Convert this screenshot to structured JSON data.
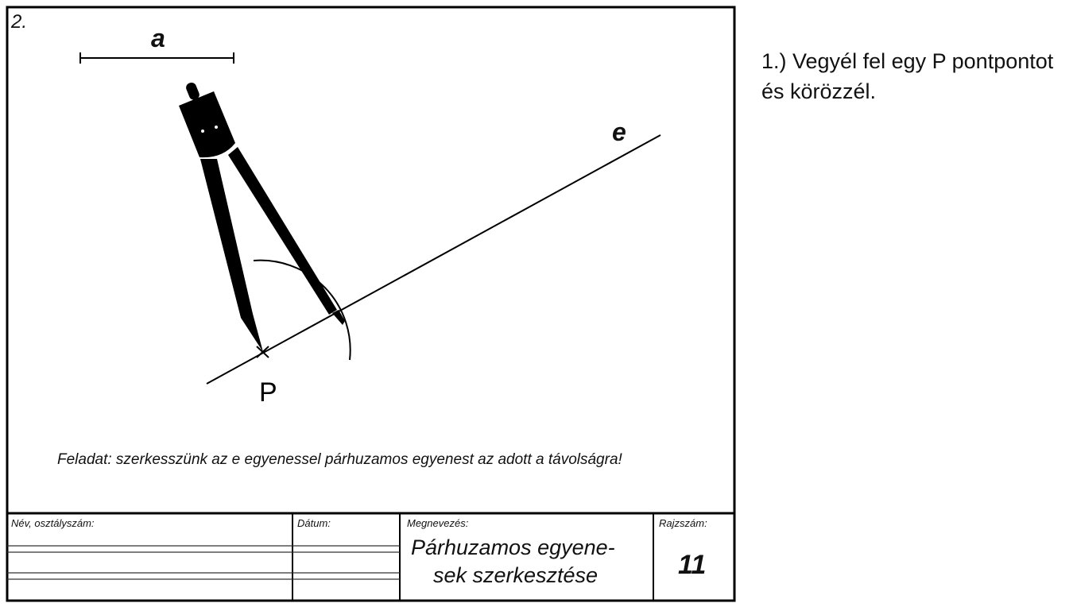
{
  "sheet": {
    "exercise_number": "2.",
    "segment_label": "a",
    "line_label": "e",
    "point_label": "P",
    "task": "Feladat: szerkesszünk az e egyenessel párhuzamos egyenest az adott a távolságra!"
  },
  "title_block": {
    "name_label": "Név, osztályszám:",
    "date_label": "Dátum:",
    "title_label": "Megnevezés:",
    "title_line1": "Párhuzamos egyene-",
    "title_line2": "sek szerkesztése",
    "drawing_no_label": "Rajzszám:",
    "drawing_no": "11"
  },
  "instruction": "1.) Vegyél fel egy P pontpontot és körözzél."
}
